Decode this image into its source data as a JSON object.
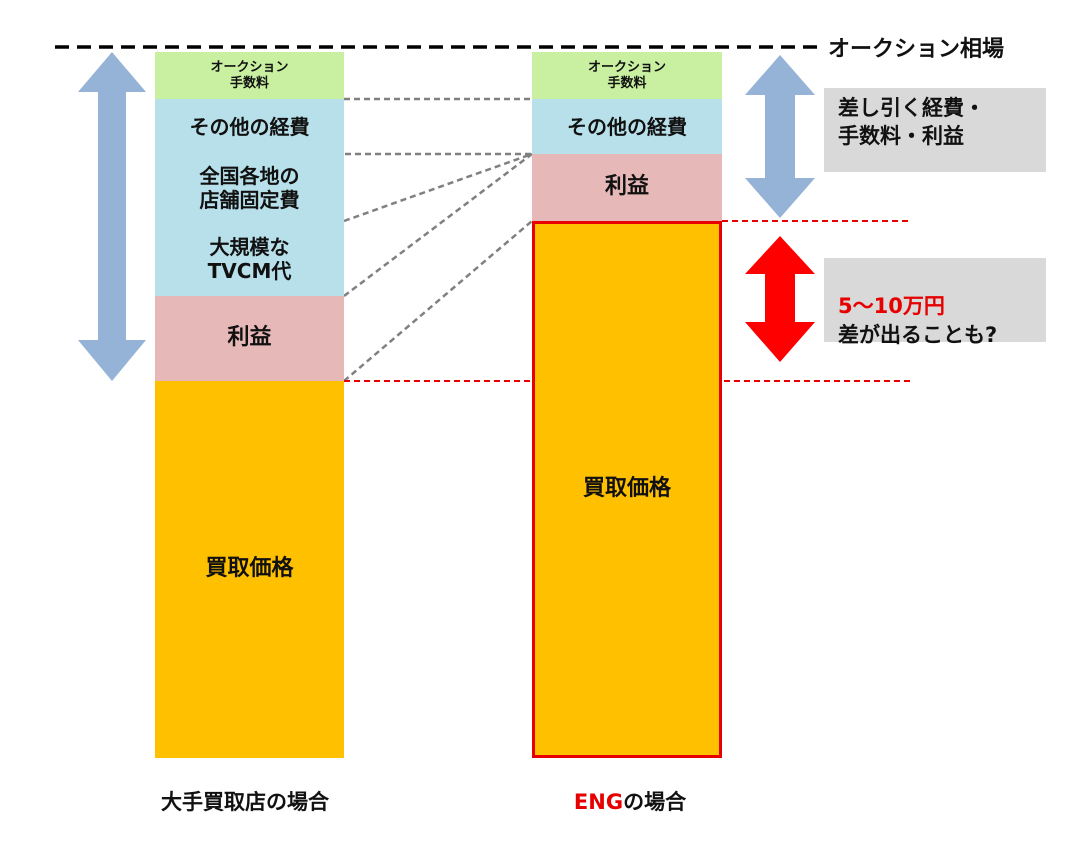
{
  "top_line_label": "オークション相場",
  "left_column": {
    "caption": "大手買取店の場合",
    "blocks": [
      "オークション\n手数料",
      "その他の経費",
      "全国各地の\n店舗固定費",
      "大規模な\nTVCM代",
      "利益",
      "買取価格"
    ]
  },
  "right_column": {
    "caption_prefix": "ENG",
    "caption_suffix": "の場合",
    "blocks": [
      "オークション\n手数料",
      "その他の経費",
      "利益",
      "買取価格"
    ]
  },
  "deduction_note": "差し引く経費・\n手数料・利益",
  "difference_note": {
    "amount": "5〜10万円",
    "text": "差が出ることも?"
  },
  "colors": {
    "auction_fee": "#c8f0a0",
    "expense": "#b8e0ea",
    "profit": "#e6b8b8",
    "purchase_price": "#ffc000",
    "accent_red": "#e60000",
    "arrow_blue": "#95b3d7"
  }
}
